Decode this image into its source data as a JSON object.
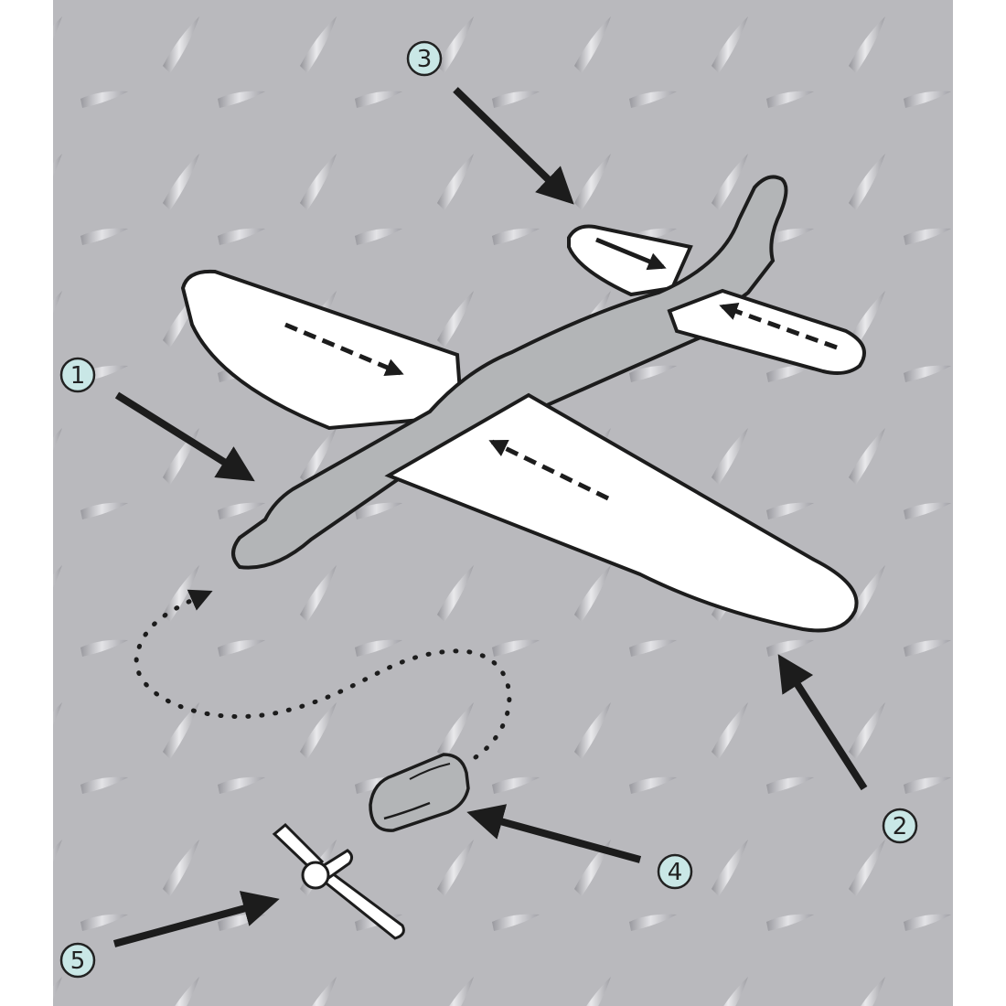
{
  "diagram": {
    "colors": {
      "background": "#b9b9bd",
      "tread_light": "#e4e4e8",
      "tread_dark": "#8e8e94",
      "fuselage": "#b3b5b7",
      "wing": "#ffffff",
      "outline": "#1c1c1c",
      "callout_fill": "#c9e7e6"
    },
    "callouts": [
      {
        "number": "1",
        "target": "fuselage"
      },
      {
        "number": "2",
        "target": "main-wing"
      },
      {
        "number": "3",
        "target": "tail-stabilizer"
      },
      {
        "number": "4",
        "target": "nose-clip"
      },
      {
        "number": "5",
        "target": "propeller"
      }
    ],
    "parts": [
      "fuselage",
      "main-wing",
      "tail-stabilizer",
      "nose-clip",
      "propeller"
    ]
  }
}
